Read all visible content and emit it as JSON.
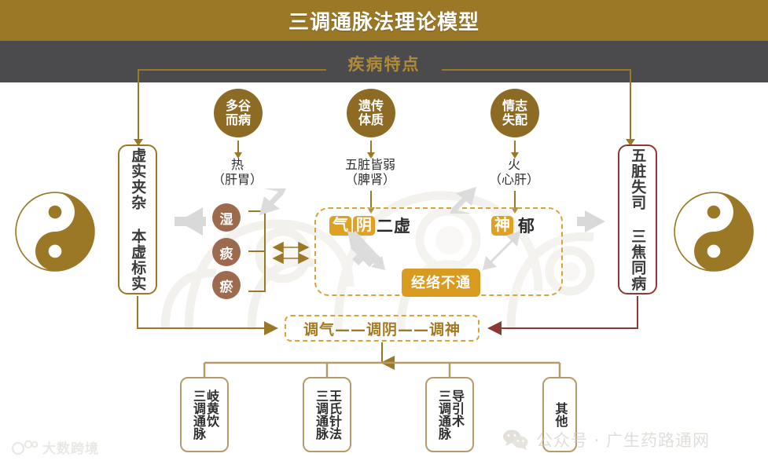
{
  "header": {
    "title": "三调通脉法理论模型",
    "section_label": "疾病特点",
    "bar_color": "#9a7826",
    "band_color": "#4b4b4d"
  },
  "causes": [
    {
      "circle": "多谷\n而病",
      "effect": "热\n（肝胃）"
    },
    {
      "circle": "遗传\n体质",
      "effect": "五脏皆弱\n（脾肾）"
    },
    {
      "circle": "情志\n失配",
      "effect": "火\n（心肝）"
    }
  ],
  "side_boxes": {
    "left": {
      "label": "虚实夹杂 本虚标实",
      "border_color": "#9a7826"
    },
    "right": {
      "label": "五脏失司 三焦同病",
      "border_color": "#8a3a33"
    }
  },
  "pathogens": [
    "湿",
    "痰",
    "瘀"
  ],
  "center": {
    "group_a": {
      "highlight": [
        "气",
        "阴"
      ],
      "plain": [
        "二",
        "虚"
      ]
    },
    "group_b": {
      "highlight": [
        "神"
      ],
      "plain": [
        "郁"
      ]
    },
    "meridian": "经络不通",
    "highlight_color": "#e0a022",
    "border_color": "#d8a43a"
  },
  "treatment": {
    "label": "调气——调阴——调神",
    "text_color": "#a5791f"
  },
  "methods": [
    "三调通脉 岐黄饮",
    "三调通脉 王氏针法",
    "三调通脉 导引术",
    "其他"
  ],
  "methods_vertical": [
    "岐黄饮\n三调通脉",
    "王氏针法\n三调通脉",
    "导引术\n三调通脉",
    "其他"
  ],
  "watermarks": {
    "left": "大数跨境",
    "right": "公众号 · 广生药路通网"
  },
  "icons": {
    "yinyang_left": "yinyang-icon",
    "yinyang_right": "yinyang-icon",
    "wechat": "wechat-icon"
  }
}
